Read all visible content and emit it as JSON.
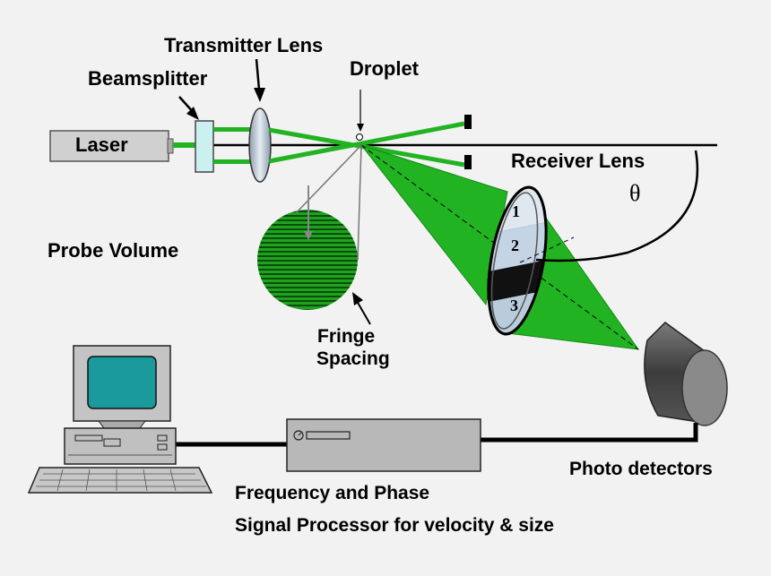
{
  "labels": {
    "laser": "Laser",
    "beamsplitter": "Beamsplitter",
    "transmitter_lens": "Transmitter Lens",
    "droplet": "Droplet",
    "receiver_lens": "Receiver Lens",
    "theta": "θ",
    "probe_volume": "Probe Volume",
    "fringe_spacing_line1": "Fringe",
    "fringe_spacing_line2": "Spacing",
    "photo_detectors": "Photo detectors",
    "processor_line1": "Frequency and Phase",
    "processor_line2": "Signal Processor for velocity & size"
  },
  "receiver_regions": [
    "1",
    "2",
    "3"
  ],
  "colors": {
    "background": "#f2f2f2",
    "beam_green": "#22b322",
    "light_green": "#33dd33",
    "fringe_dark": "#0a4d0a",
    "fringe_green": "#1fa31f",
    "monitor_screen": "#1a9a9a",
    "equipment_gray": "#b8b8b8",
    "detector_dark": "#4a4a4a"
  }
}
